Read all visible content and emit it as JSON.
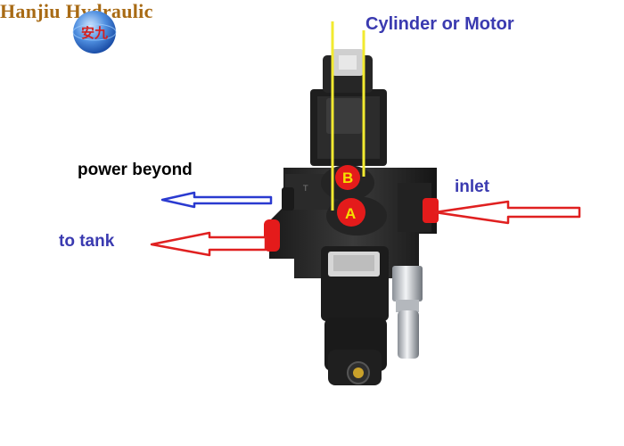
{
  "brand": {
    "name": "Hanjiu Hydraulic",
    "logo_glyph": "安九"
  },
  "labels": {
    "cylinder_or_motor": "Cylinder or Motor",
    "power_beyond": "power beyond",
    "inlet": "inlet",
    "to_tank": "to tank",
    "port_b": "B",
    "port_a": "A"
  },
  "colors": {
    "brand_text": "#a86a14",
    "label_blue": "#3a3ab0",
    "arrow_red": "#e02020",
    "arrow_blue": "#2a3ad0",
    "guide_yellow": "#f2ea30",
    "port_red": "#e41b1b"
  }
}
